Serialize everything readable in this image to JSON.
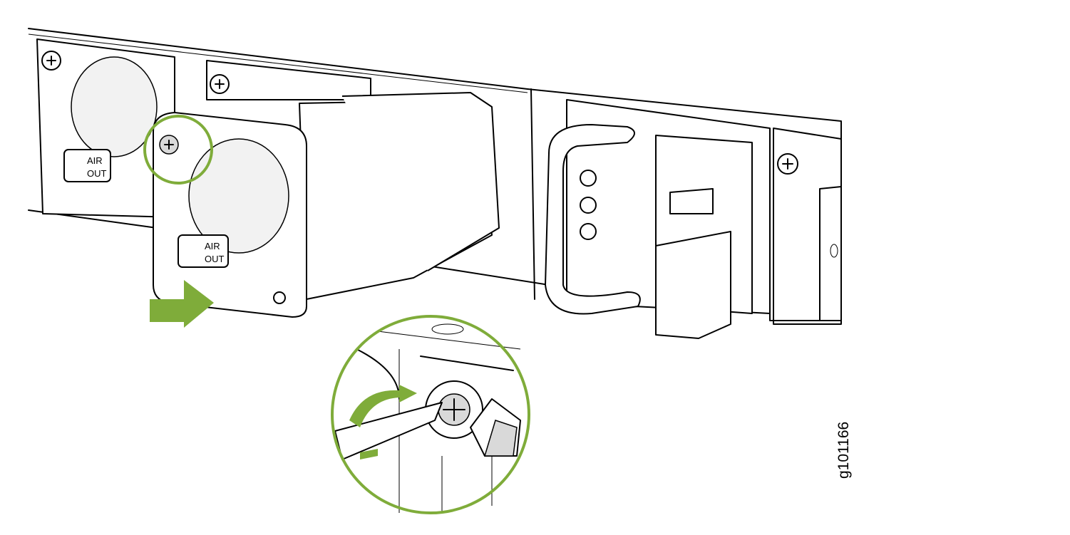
{
  "figure": {
    "fan_label_line1": "AIR",
    "fan_label_line2": "OUT",
    "figure_id": "g101166",
    "accent_color": "#7fac3a"
  }
}
